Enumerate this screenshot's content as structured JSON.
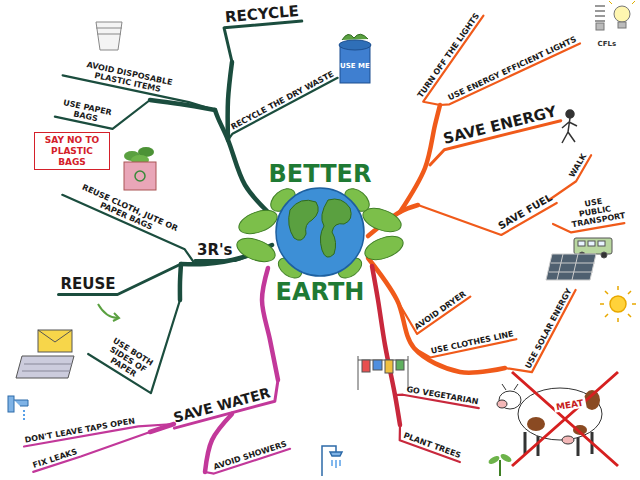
{
  "diagram": {
    "nodes": [
      {
        "text": [
          "BETTER",
          "EARTH"
        ]
      },
      {
        "text": [
          "SAY NO TO PLASTIC BAGS"
        ]
      }
    ],
    "labels": [
      "RECYCLE",
      "AVOID DISPOSABLE PLASTIC ITEMS",
      "USE PAPER BAGS",
      "RECYCLE THE DRY WASTE",
      "USE ME",
      "REUSE CLOTH, JUTE OR PAPER BAGS",
      "3R's",
      "REUSE",
      "USE BOTH SIDES OF PAPER",
      "TURN OFF THE LIGHTS",
      "USE ENERGY EFFICIENT LIGHTS",
      "CFLs",
      "SAVE ENERGY",
      "WALK",
      "SAVE FUEL",
      "USE PUBLIC TRANSPORT",
      "AVOID DRYER",
      "USE CLOTHES LINE",
      "USE SOLAR ENERGY",
      "SAVE WATER",
      "DON'T LEAVE TAPS OPEN",
      "FIX LEAKS",
      "AVOID SHOWERS",
      "GO VEGETARIAN",
      "PLANT TREES",
      "MEAT"
    ]
  }
}
